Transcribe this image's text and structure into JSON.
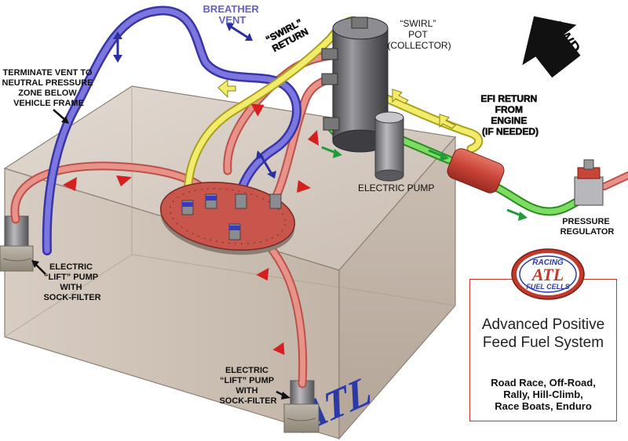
{
  "labels": {
    "breather_vent": [
      "BREATHER",
      "VENT"
    ],
    "swirl_return": [
      "“SWIRL”",
      "RETURN"
    ],
    "swirl_pot": [
      "“SWIRL”",
      "POT",
      "(COLLECTOR)"
    ],
    "fwd": "FWD",
    "terminate_vent": [
      "TERMINATE VENT TO",
      "NEUTRAL PRESSURE",
      "ZONE BELOW",
      "VEHICLE FRAME"
    ],
    "efi_return": [
      "EFI RETURN",
      "FROM",
      "ENGINE",
      "(IF NEEDED)"
    ],
    "electric_pump": "ELECTRIC PUMP",
    "pressure_regulator": [
      "PRESSURE",
      "REGULATOR"
    ],
    "lift_pump_left": [
      "ELECTRIC",
      "“LIFT” PUMP",
      "WITH",
      "SOCK-FILTER"
    ],
    "lift_pump_right": [
      "ELECTRIC",
      "“LIFT” PUMP",
      "WITH",
      "SOCK-FILTER"
    ],
    "tank_logo": "ATL"
  },
  "badge": {
    "line1": "RACING",
    "line2": "ATL",
    "line3": "FUEL CELLS"
  },
  "info": {
    "title_lines": [
      "Advanced Positive",
      "Feed Fuel System"
    ],
    "uses": [
      "Road Race, Off-Road,",
      "Rally, Hill-Climb,",
      "Race Boats, Enduro"
    ]
  },
  "colors": {
    "feed_line": "#e07a72",
    "vent_line": "#5a54c8",
    "return_line": "#e8e04a",
    "pressure_line": "#5fcf4a",
    "feed_arrow": "#d62020",
    "flow_arrow_green": "#1f9b3a",
    "vent_arrow": "#2c2fa0",
    "tank_shell": "#cfc3b8",
    "tank_logo": "#2b3aa8",
    "panel_border": "#c0392b"
  }
}
